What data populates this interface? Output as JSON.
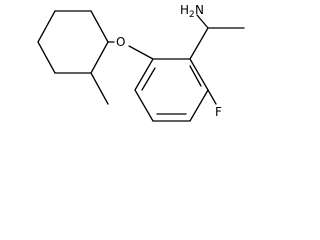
{
  "molecule": {
    "atoms": {
      "amine_n": "N",
      "amine_h": "H",
      "amine_h_count": "2",
      "ether_oxygen": "O",
      "fluorine": "F"
    },
    "rings": [
      {
        "name": "cyclohexane",
        "size": 6,
        "aromatic": false
      },
      {
        "name": "benzene",
        "size": 6,
        "aromatic": true
      }
    ],
    "substituents": [
      "methyl",
      "1-aminoethyl",
      "fluoro",
      "cyclohexyloxy"
    ],
    "colors": {
      "bond": "#000000",
      "label": "#000000",
      "background": "#ffffff"
    }
  }
}
